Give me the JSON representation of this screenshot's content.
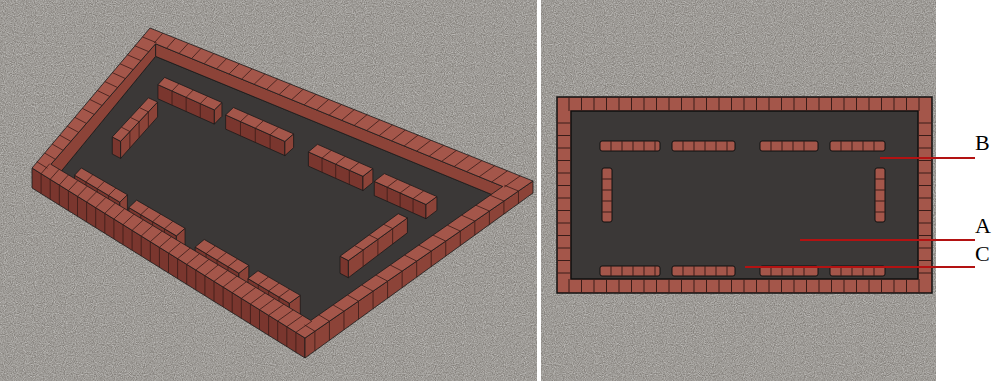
{
  "diagram": {
    "labels": [
      "B",
      "A",
      "C"
    ]
  }
}
